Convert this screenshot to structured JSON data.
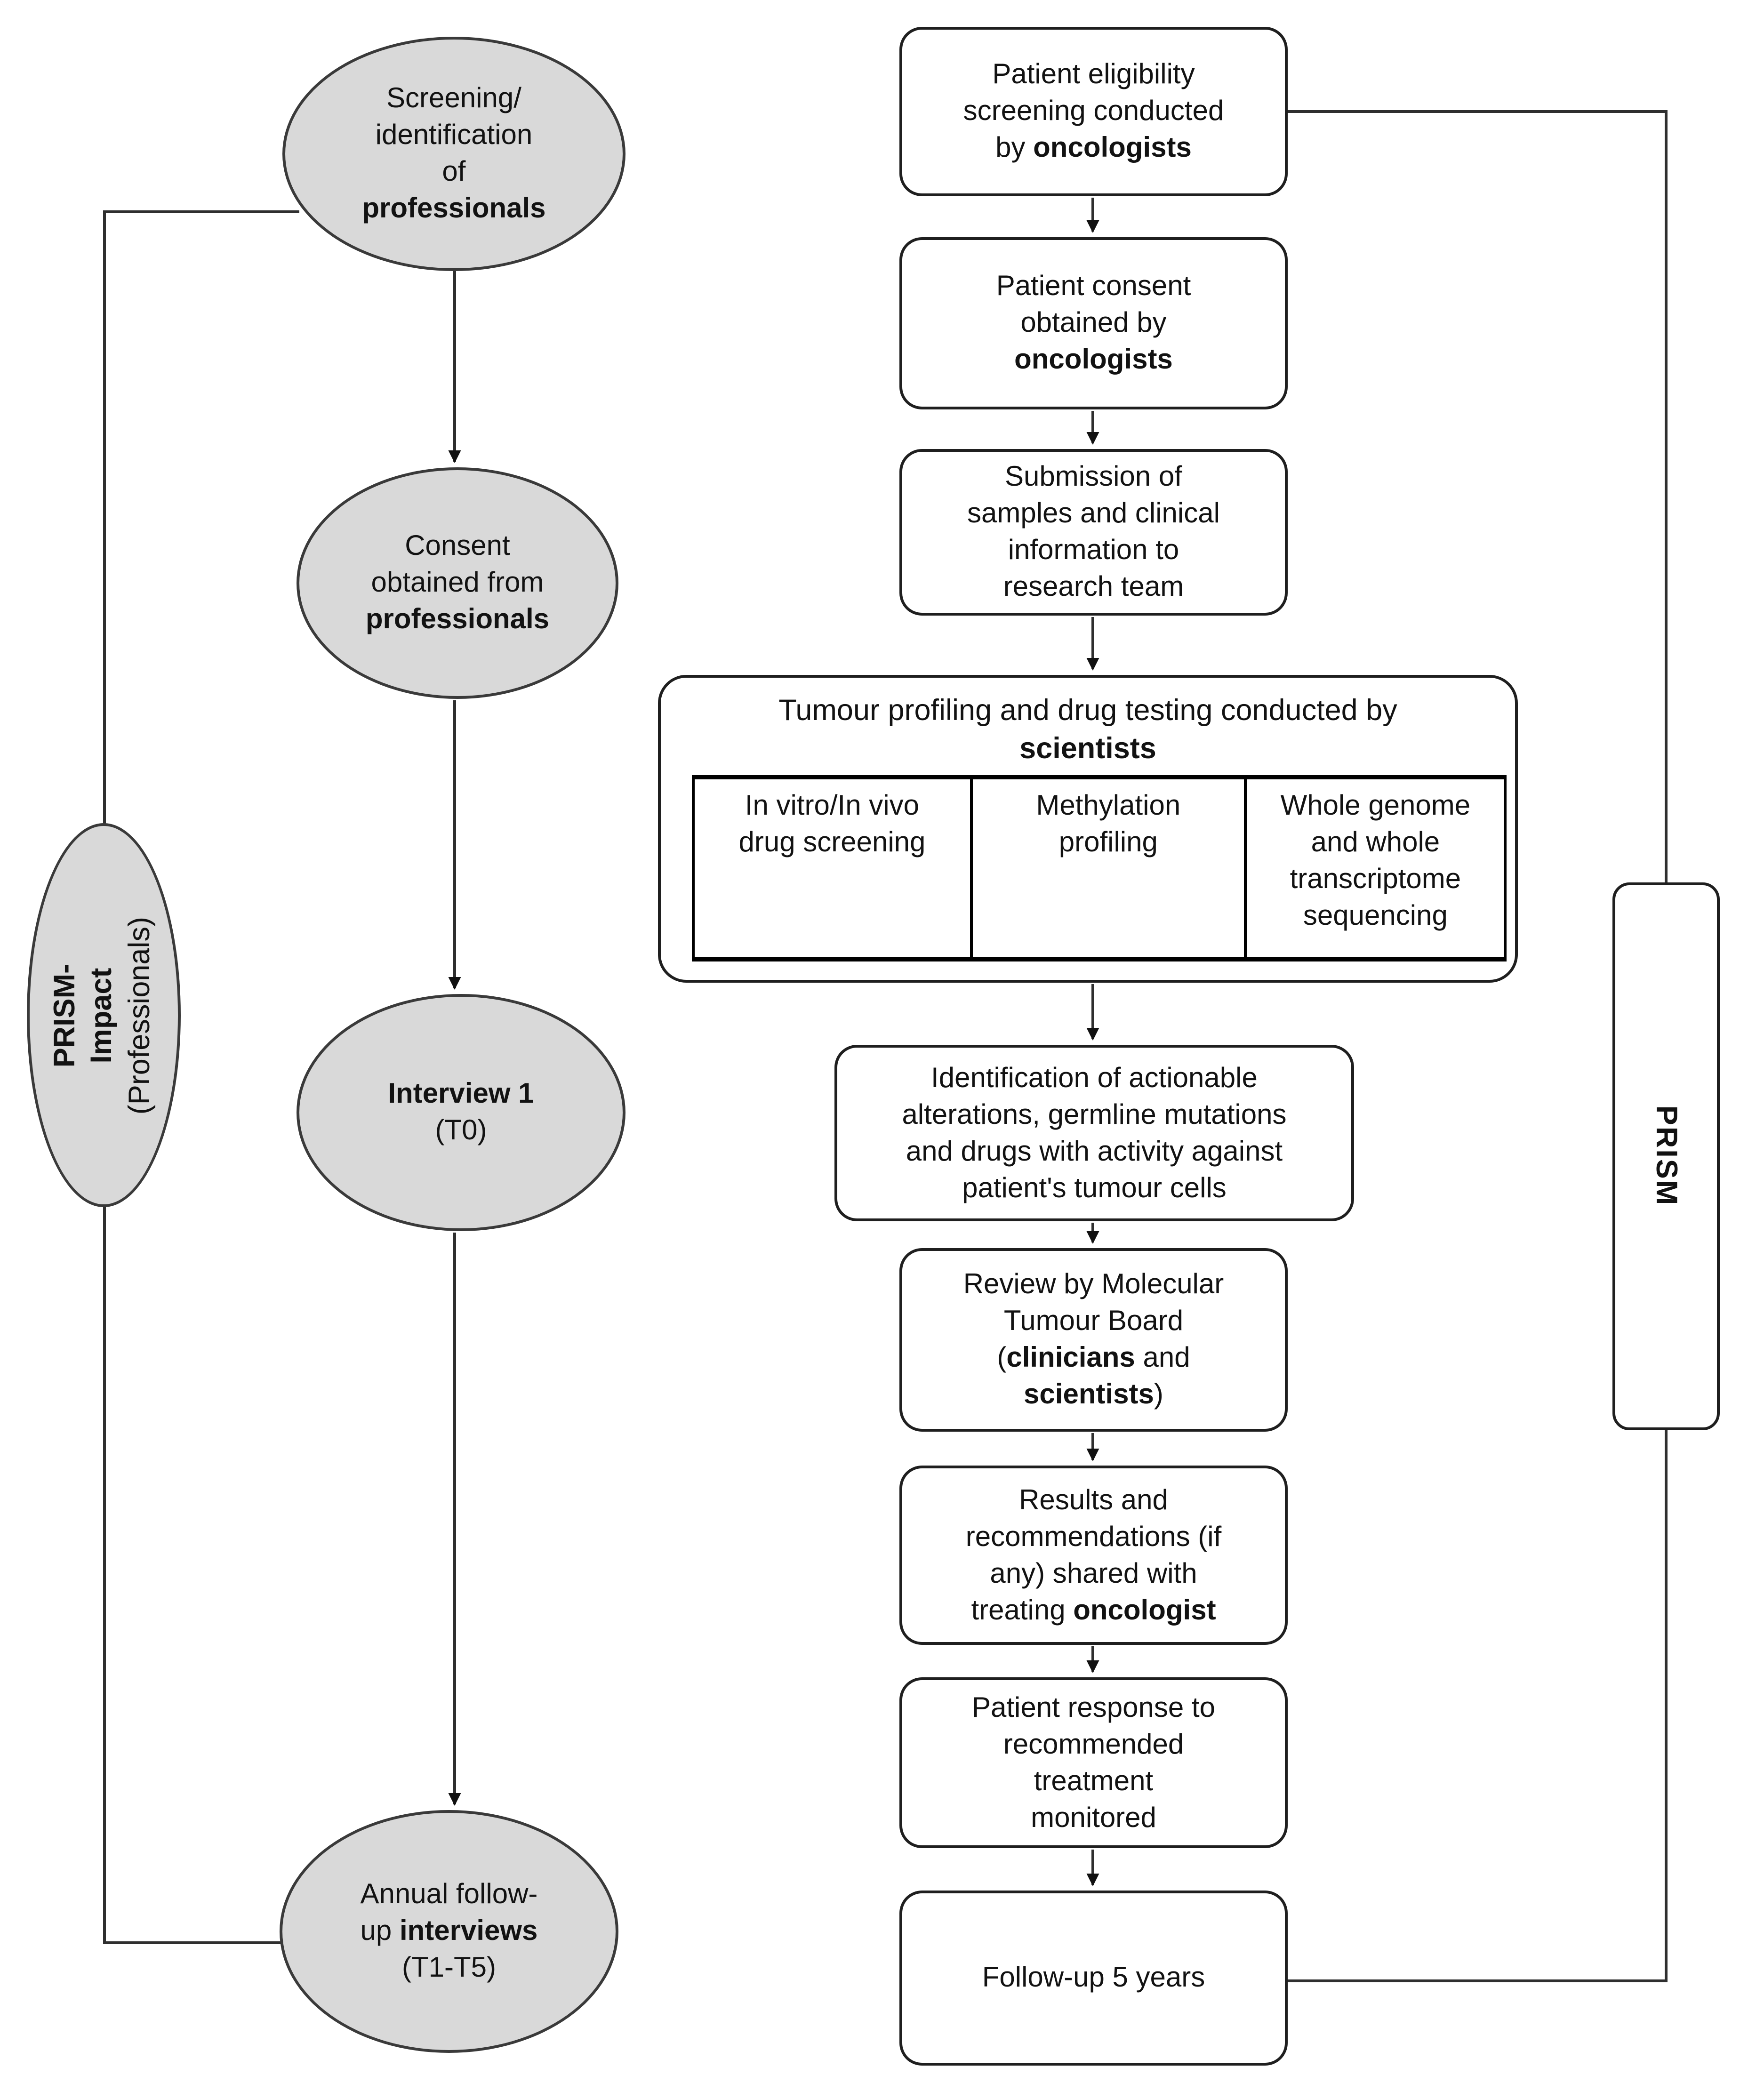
{
  "canvas": {
    "background": "#ffffff",
    "ellipse_fill": "#d9d9d9",
    "box_fill": "#ffffff",
    "border_color": "#1f1f1f",
    "line_color": "#2f2f2f"
  },
  "left_track": {
    "bracket_label": [
      {
        "t": "PRISM-Impact",
        "b": true
      },
      {
        "t": "\n(Professionals)"
      }
    ],
    "nodes": [
      [
        {
          "t": "Screening/\nidentification\nof\n"
        },
        {
          "t": "professionals",
          "b": true
        }
      ],
      [
        {
          "t": "Consent\nobtained from\n"
        },
        {
          "t": "professionals",
          "b": true
        }
      ],
      [
        {
          "t": "Interview 1",
          "b": true
        },
        {
          "t": "\n(T0)"
        }
      ],
      [
        {
          "t": "Annual follow-\nup "
        },
        {
          "t": "interviews",
          "b": true
        },
        {
          "t": "\n(T1-T5)"
        }
      ]
    ]
  },
  "right_track": {
    "bracket_label": [
      {
        "t": "PRISM",
        "b": true
      }
    ],
    "boxes": [
      [
        {
          "t": "Patient eligibility\nscreening conducted\nby "
        },
        {
          "t": "oncologists",
          "b": true
        }
      ],
      [
        {
          "t": "Patient consent\nobtained by\n"
        },
        {
          "t": "oncologists",
          "b": true
        }
      ],
      [
        {
          "t": "Submission of\nsamples and clinical\ninformation to\nresearch team"
        }
      ],
      [
        {
          "t": "Identification of actionable\nalterations, germline mutations\nand drugs with activity against\npatient's tumour cells"
        }
      ],
      [
        {
          "t": "Review by Molecular\nTumour Board\n("
        },
        {
          "t": "clinicians",
          "b": true
        },
        {
          "t": " and\n"
        },
        {
          "t": "scientists",
          "b": true
        },
        {
          "t": ")"
        }
      ],
      [
        {
          "t": "Results and\nrecommendations (if\nany) shared with\ntreating "
        },
        {
          "t": "oncologist",
          "b": true
        }
      ],
      [
        {
          "t": "Patient response to\nrecommended\ntreatment\nmonitored"
        }
      ],
      [
        {
          "t": "Follow-up 5 years"
        }
      ]
    ],
    "profiling": {
      "title": [
        {
          "t": "Tumour profiling and drug testing conducted by\n"
        },
        {
          "t": "scientists",
          "b": true
        }
      ],
      "cells": [
        [
          {
            "t": "In vitro/In vivo\ndrug screening"
          }
        ],
        [
          {
            "t": "Methylation\nprofiling"
          }
        ],
        [
          {
            "t": "Whole genome\nand whole\ntranscriptome\nsequencing"
          }
        ]
      ]
    }
  }
}
